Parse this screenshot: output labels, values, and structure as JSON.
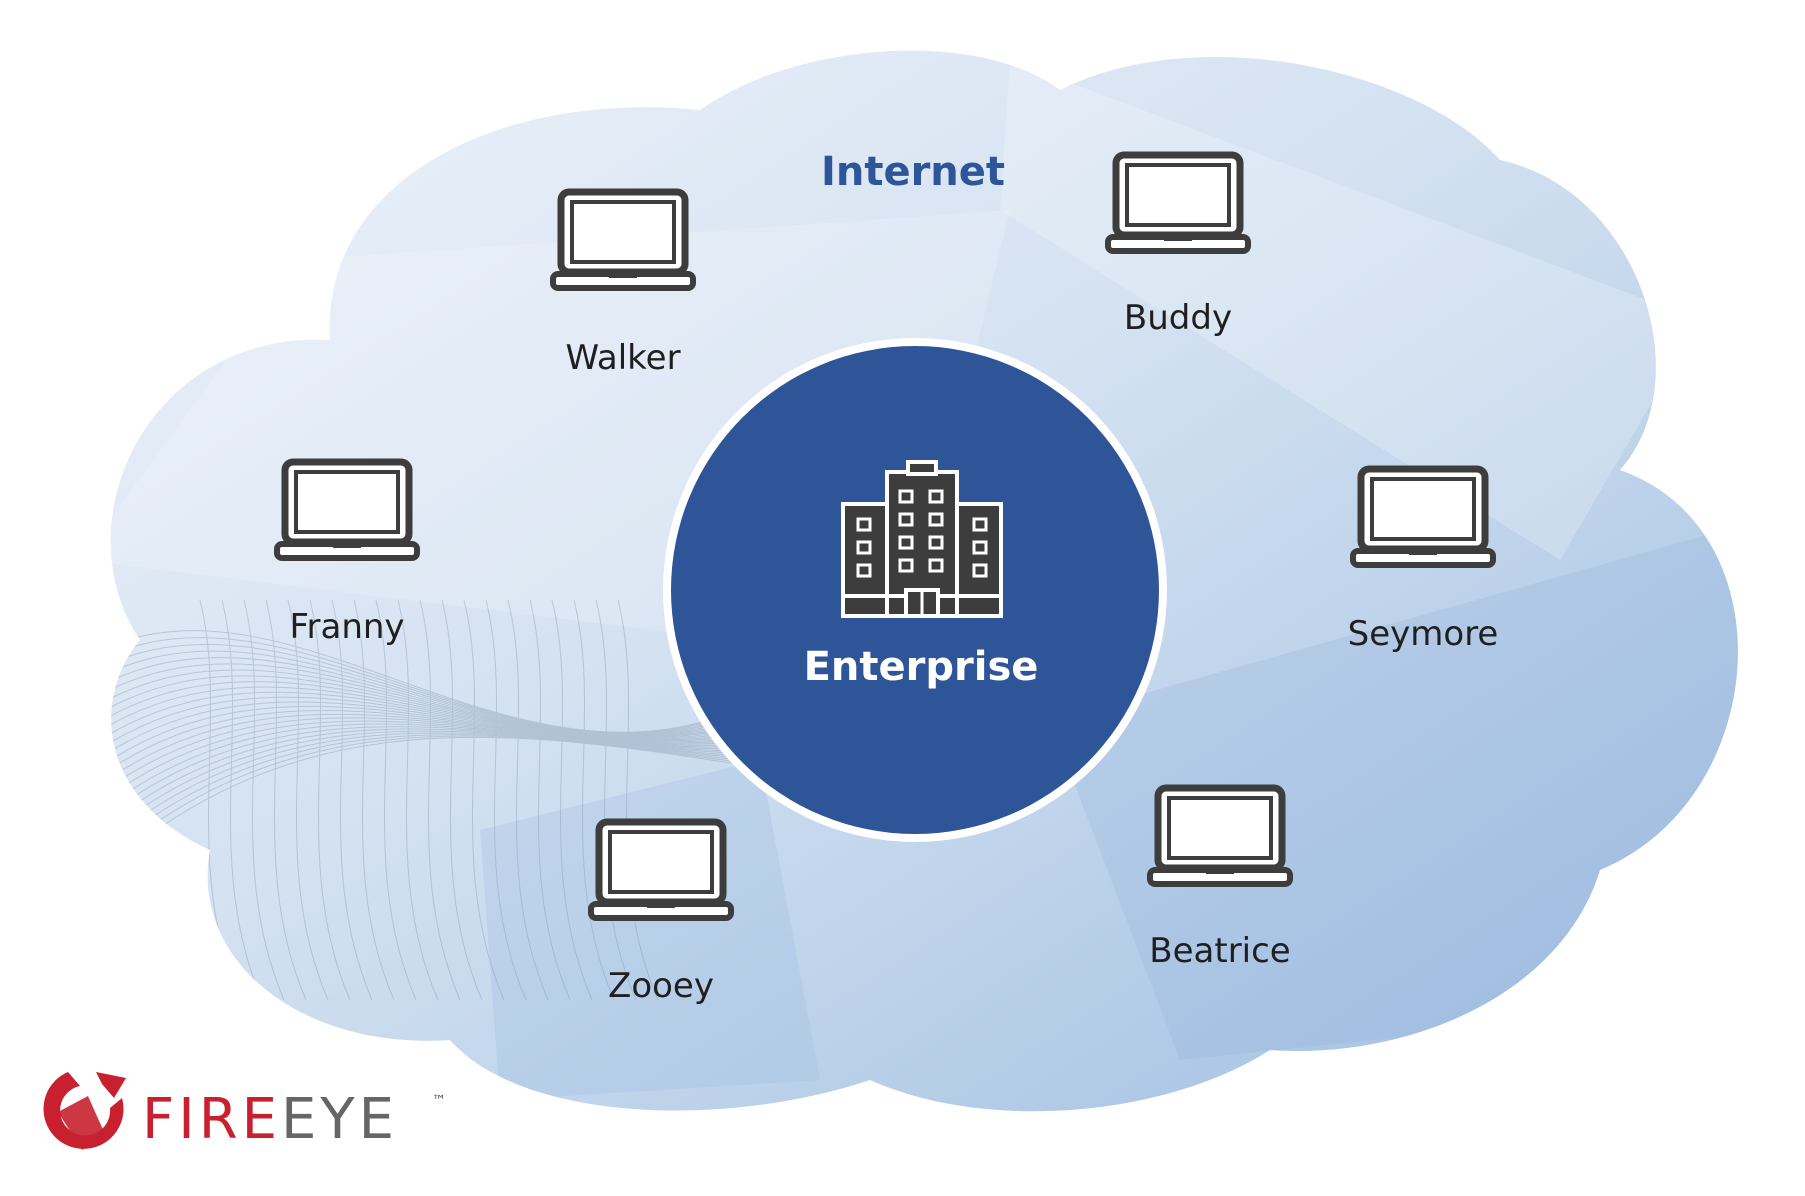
{
  "diagram": {
    "cloud_label": "Internet",
    "hub": {
      "label": "Enterprise",
      "icon": "office-building-icon"
    },
    "nodes": [
      {
        "label": "Walker",
        "icon": "laptop-icon"
      },
      {
        "label": "Buddy",
        "icon": "laptop-icon"
      },
      {
        "label": "Franny",
        "icon": "laptop-icon"
      },
      {
        "label": "Seymore",
        "icon": "laptop-icon"
      },
      {
        "label": "Zooey",
        "icon": "laptop-icon"
      },
      {
        "label": "Beatrice",
        "icon": "laptop-icon"
      }
    ]
  },
  "logo": {
    "text_red": "FIRE",
    "text_gray": "EYE",
    "trademark": "™"
  },
  "colors": {
    "hub_fill": "#2e5597",
    "cloud_light": "#e8eff8",
    "cloud_dark": "#a3c0e2",
    "icon_stroke": "#3d3d3d",
    "logo_red": "#c8202f",
    "logo_gray": "#666666"
  }
}
